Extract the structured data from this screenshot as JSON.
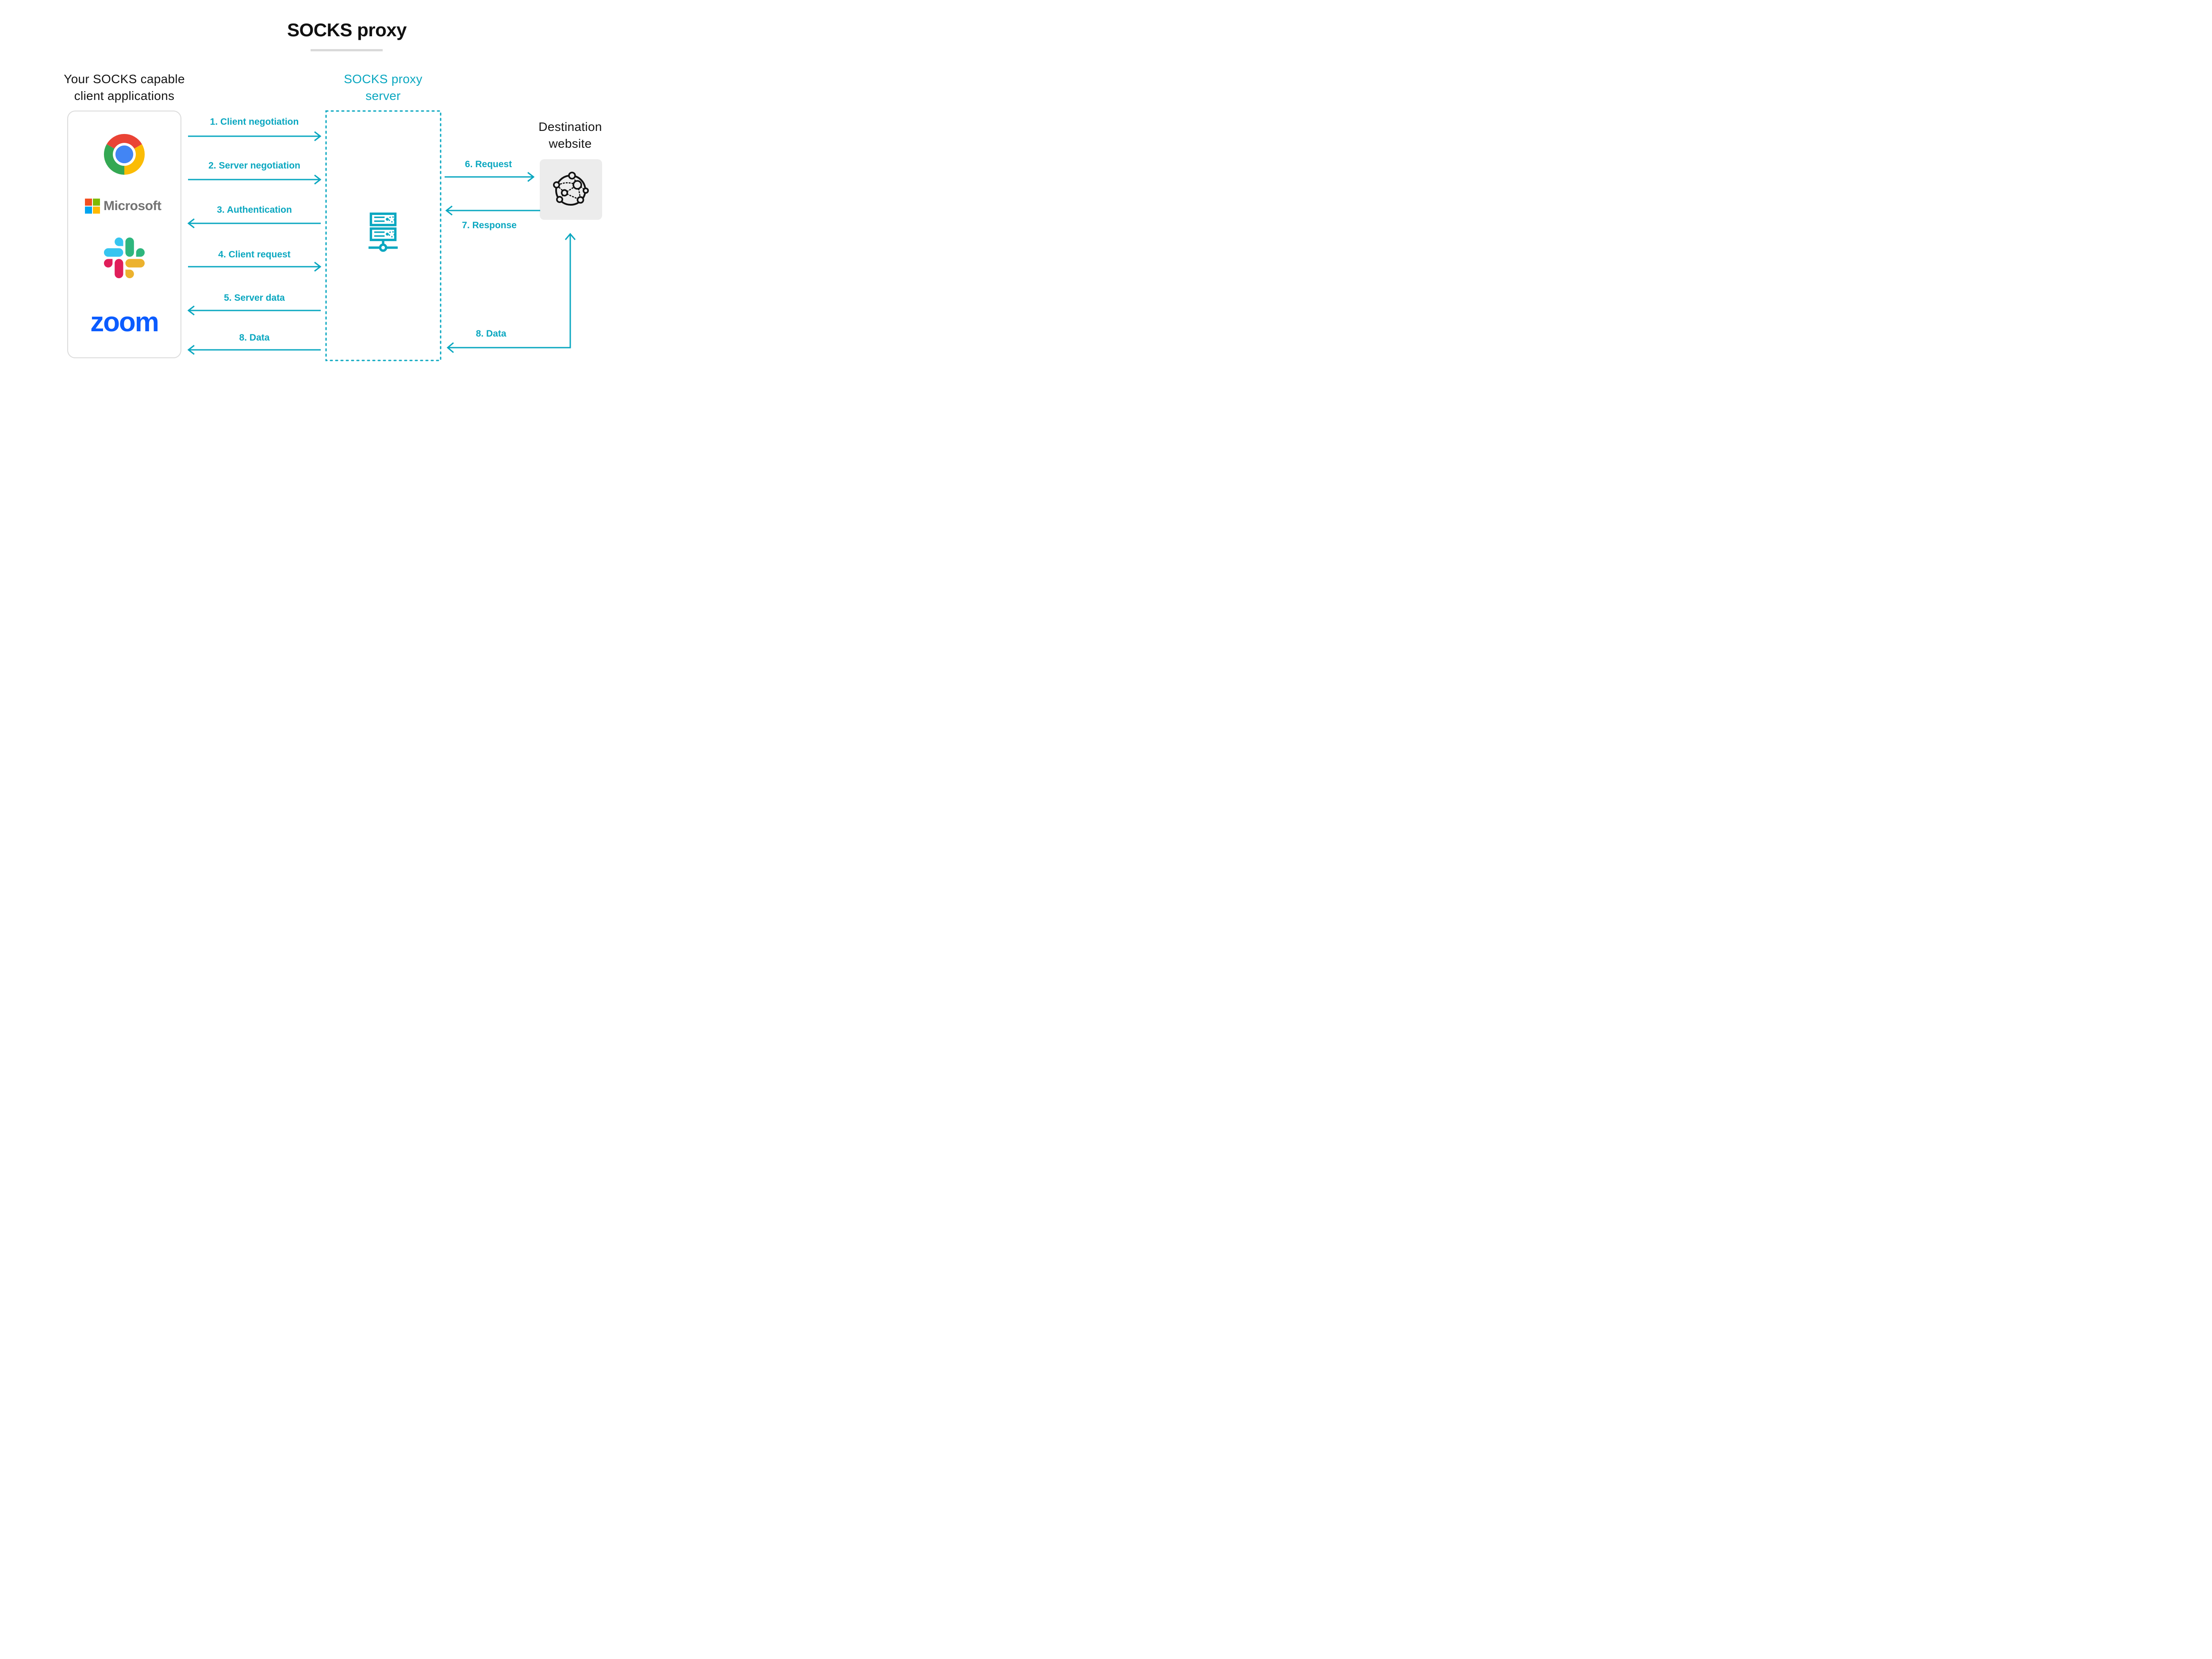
{
  "title": "SOCKS proxy",
  "client": {
    "heading_line1": "Your SOCKS capable",
    "heading_line2": "client applications",
    "apps": [
      {
        "name": "Google Chrome"
      },
      {
        "name": "Microsoft",
        "wordmark": "Microsoft"
      },
      {
        "name": "Slack"
      },
      {
        "name": "Zoom",
        "wordmark": "zoom"
      }
    ]
  },
  "proxy": {
    "heading_line1": "SOCKS proxy",
    "heading_line2": "server"
  },
  "destination": {
    "heading_line1": "Destination",
    "heading_line2": "website"
  },
  "flows": {
    "client_proxy": [
      {
        "label": "1. Client negotiation",
        "direction": "client-to-proxy"
      },
      {
        "label": "2. Server negotiation",
        "direction": "client-to-proxy"
      },
      {
        "label": "3. Authentication",
        "direction": "proxy-to-client"
      },
      {
        "label": "4. Client request",
        "direction": "client-to-proxy"
      },
      {
        "label": "5. Server data",
        "direction": "proxy-to-client"
      },
      {
        "label": "8. Data",
        "direction": "proxy-to-client"
      }
    ],
    "proxy_destination": [
      {
        "label": "6. Request",
        "direction": "proxy-to-destination"
      },
      {
        "label": "7. Response",
        "direction": "destination-to-proxy"
      },
      {
        "label": "8. Data",
        "direction": "destination-to-proxy"
      }
    ]
  },
  "colors": {
    "accent_teal": "#0AA7C0",
    "heading_black": "#141414",
    "title_underline_gray": "#D9D9D9",
    "client_box_border_gray": "#DBDBDB",
    "destination_box_gray": "#ECECEC",
    "microsoft_wordmark_gray": "#737373",
    "zoom_blue": "#0B5CFF",
    "chrome_red": "#EA4335",
    "chrome_yellow": "#FBBC05",
    "chrome_green": "#34A853",
    "chrome_blue": "#4285F4",
    "slack_blue": "#36C5F0",
    "slack_green": "#2EB67D",
    "slack_yellow": "#ECB22E",
    "slack_red": "#E01E5A",
    "ms_orange": "#F25022",
    "ms_green": "#7FBA00",
    "ms_blue": "#00A4EF",
    "ms_yellow": "#FFB900"
  }
}
